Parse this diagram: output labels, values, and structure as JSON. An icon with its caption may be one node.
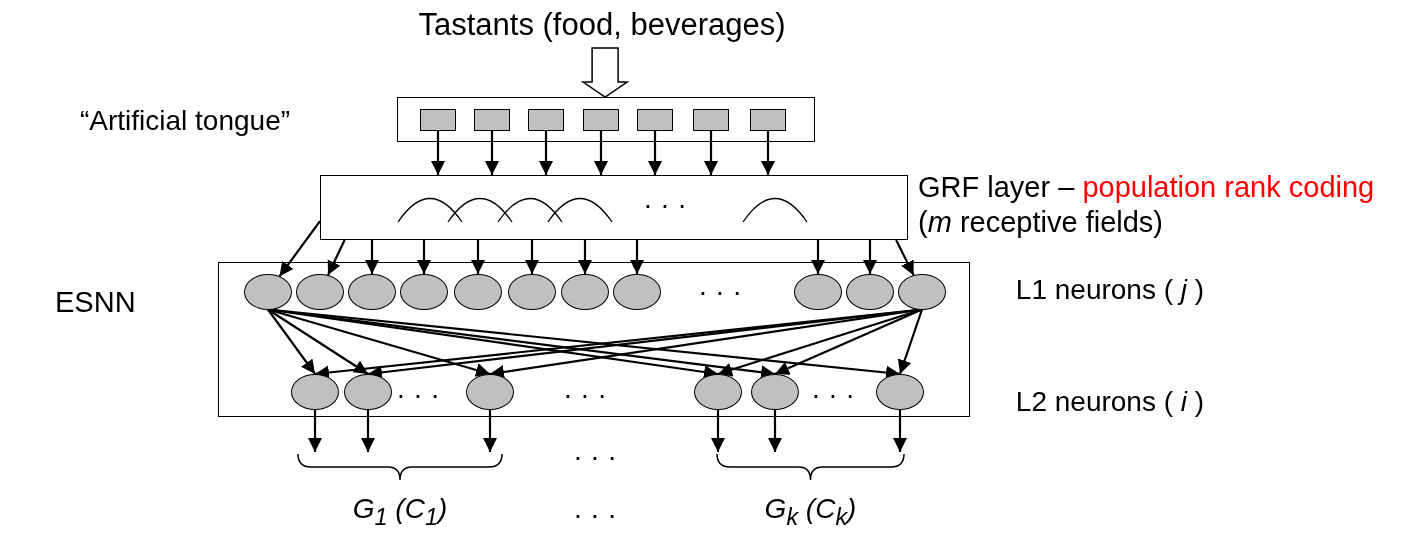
{
  "diagram": {
    "nodes": [
      {
        "text": [
          "Tastants (food, beverages)"
        ]
      },
      {
        "text": [],
        "shape": "box"
      },
      {
        "text": [],
        "shape": "box",
        "in": 1
      },
      {
        "text": [],
        "shape": "box",
        "in": 1
      },
      {
        "text": [],
        "shape": "box",
        "in": 1
      },
      {
        "text": [],
        "shape": "box",
        "in": 1
      },
      {
        "text": [],
        "shape": "box",
        "in": 1
      },
      {
        "text": [],
        "shape": "box",
        "in": 1
      },
      {
        "text": [],
        "shape": "box",
        "in": 1
      },
      {
        "text": [],
        "shape": "box",
        "beside": [
          "GRF layer –",
          "population rank coding",
          "(*m* receptive fields)"
        ]
      },
      {
        "text": [],
        "shape": "box",
        "beside": [
          "ESNN"
        ]
      },
      {
        "text": [],
        "shape": "circle",
        "in": 10
      },
      {
        "text": [],
        "shape": "circle",
        "in": 10
      },
      {
        "text": [],
        "shape": "circle",
        "in": 10
      },
      {
        "text": [],
        "shape": "circle",
        "in": 10
      },
      {
        "text": [],
        "shape": "circle",
        "in": 10
      },
      {
        "text": [],
        "shape": "circle",
        "in": 10
      },
      {
        "text": [],
        "shape": "circle",
        "in": 10
      },
      {
        "text": [],
        "shape": "circle",
        "in": 10
      },
      {
        "text": [],
        "shape": "circle",
        "in": 10
      },
      {
        "text": [],
        "shape": "circle",
        "in": 10
      },
      {
        "text": [],
        "shape": "circle",
        "in": 10
      },
      {
        "text": [],
        "shape": "circle",
        "in": 10
      },
      {
        "text": [],
        "shape": "circle",
        "in": 10
      },
      {
        "text": [],
        "shape": "circle",
        "in": 10
      },
      {
        "text": [],
        "shape": "circle",
        "in": 10
      },
      {
        "text": [],
        "shape": "circle",
        "in": 10
      },
      {
        "text": [],
        "shape": "circle",
        "in": 10
      },
      {
        "text": [
          "G$_{1}$ (C$_{1}$)"
        ]
      },
      {
        "text": [
          "G$_{k}$ (C$_{k}$)"
        ]
      }
    ],
    "edges": [
      {
        "from": 0,
        "to": 1,
        "arrow": "to",
        "style": "thick"
      },
      {
        "from": 2,
        "to": 9,
        "arrow": "to"
      },
      {
        "from": 3,
        "to": 9,
        "arrow": "to"
      },
      {
        "from": 4,
        "to": 9,
        "arrow": "to"
      },
      {
        "from": 5,
        "to": 9,
        "arrow": "to"
      },
      {
        "from": 6,
        "to": 9,
        "arrow": "to"
      },
      {
        "from": 7,
        "to": 9,
        "arrow": "to"
      },
      {
        "from": 8,
        "to": 9,
        "arrow": "to"
      },
      {
        "from": 9,
        "to": 11,
        "arrow": "to"
      },
      {
        "from": 9,
        "to": 12,
        "arrow": "to"
      },
      {
        "from": 9,
        "to": 13,
        "arrow": "to"
      },
      {
        "from": 9,
        "to": 14,
        "arrow": "to"
      },
      {
        "from": 9,
        "to": 15,
        "arrow": "to"
      },
      {
        "from": 9,
        "to": 16,
        "arrow": "to"
      },
      {
        "from": 9,
        "to": 17,
        "arrow": "to"
      },
      {
        "from": 9,
        "to": 18,
        "arrow": "to"
      },
      {
        "from": 9,
        "to": 19,
        "arrow": "to"
      },
      {
        "from": 9,
        "to": 20,
        "arrow": "to"
      },
      {
        "from": 9,
        "to": 21,
        "arrow": "to"
      },
      {
        "from": 11,
        "to": 22,
        "arrow": "to"
      },
      {
        "from": 11,
        "to": 23,
        "arrow": "to"
      },
      {
        "from": 11,
        "to": 24,
        "arrow": "to"
      },
      {
        "from": 11,
        "to": 25,
        "arrow": "to"
      },
      {
        "from": 11,
        "to": 26,
        "arrow": "to"
      },
      {
        "from": 11,
        "to": 27,
        "arrow": "to"
      },
      {
        "from": 21,
        "to": 22,
        "arrow": "to"
      },
      {
        "from": 21,
        "to": 23,
        "arrow": "to"
      },
      {
        "from": 21,
        "to": 24,
        "arrow": "to"
      },
      {
        "from": 21,
        "to": 25,
        "arrow": "to"
      },
      {
        "from": 21,
        "to": 26,
        "arrow": "to"
      },
      {
        "from": 21,
        "to": 27,
        "arrow": "to"
      },
      {
        "from": 22,
        "to": 28,
        "arrow": "to"
      },
      {
        "from": 23,
        "to": 28,
        "arrow": "to"
      },
      {
        "from": 24,
        "to": 28,
        "arrow": "to"
      },
      {
        "from": 25,
        "to": 29,
        "arrow": "to"
      },
      {
        "from": 26,
        "to": 29,
        "arrow": "to"
      },
      {
        "from": 27,
        "to": 29,
        "arrow": "to"
      }
    ],
    "labels": [
      "“Artificial tongue”",
      "· · ·",
      "· · ·",
      "L1 neurons ( *j* )",
      "· · ·",
      "· · ·",
      "· · ·",
      "L2 neurons ( *i* )",
      "· · ·",
      "· · ·"
    ]
  }
}
